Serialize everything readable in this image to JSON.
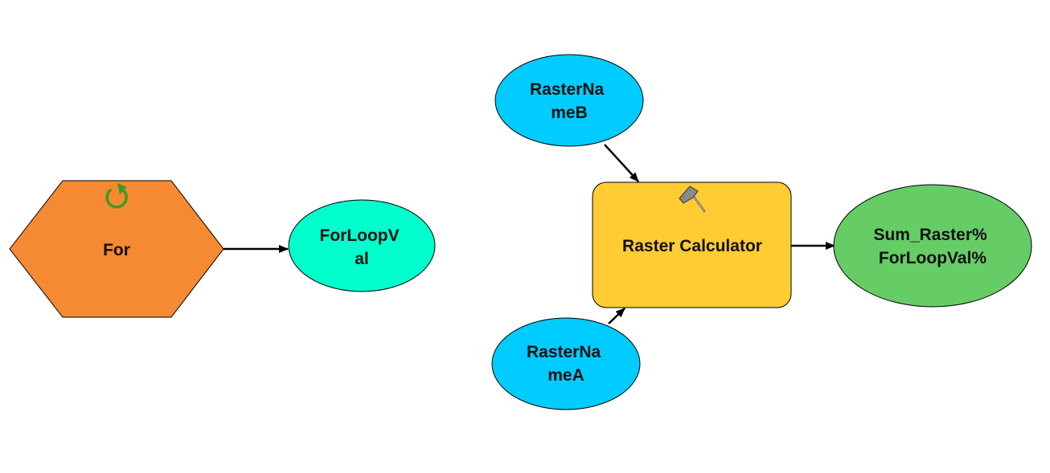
{
  "colors": {
    "iterator": "#F58A32",
    "iterator_value": "#00FFCC",
    "input_variable": "#00CCFF",
    "tool": "#FFCC33",
    "output": "#66CC66",
    "stroke": "#000000",
    "iterator_icon": "#3C9A24"
  },
  "nodes": {
    "for": {
      "lines": [
        "For"
      ],
      "icon": "iterate-icon"
    },
    "forloopval": {
      "lines": [
        "ForLoopV",
        "al"
      ]
    },
    "rasternameb": {
      "lines": [
        "RasterNa",
        "meB"
      ]
    },
    "rasternamea": {
      "lines": [
        "RasterNa",
        "meA"
      ]
    },
    "raster_calculator": {
      "lines": [
        "Raster Calculator"
      ],
      "icon": "hammer-icon"
    },
    "sum_raster": {
      "lines": [
        "Sum_Raster%",
        "ForLoopVal%"
      ]
    }
  },
  "connections": [
    {
      "from": "for",
      "to": "forloopval"
    },
    {
      "from": "rasternameb",
      "to": "raster_calculator"
    },
    {
      "from": "rasternamea",
      "to": "raster_calculator"
    },
    {
      "from": "raster_calculator",
      "to": "sum_raster"
    }
  ]
}
